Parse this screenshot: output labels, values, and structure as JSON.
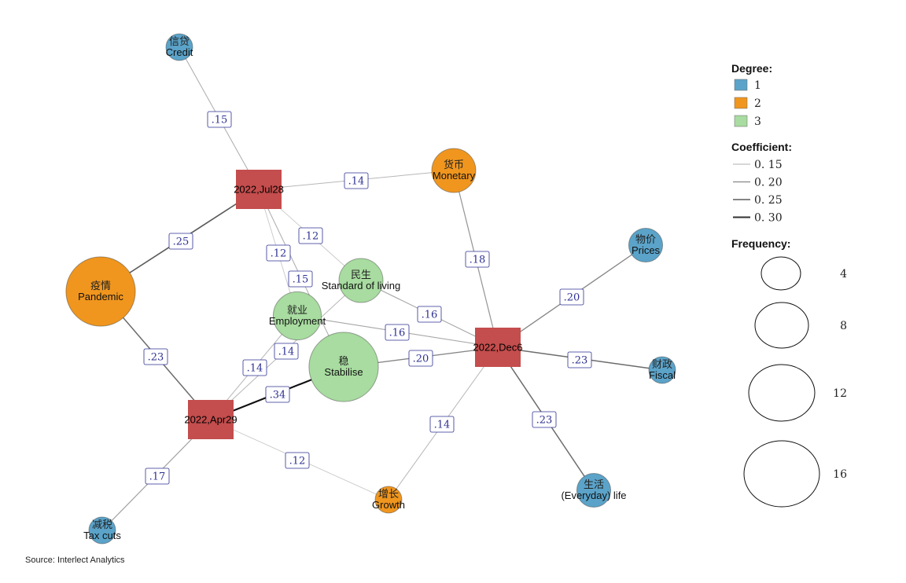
{
  "colors": {
    "degree_1": "#5ba3c9",
    "degree_2": "#f0961e",
    "degree_3": "#a8dca0",
    "date_node": "#c44d4d",
    "edge_label": "#2e3192"
  },
  "source": "Source: Interlect Analytics",
  "date_nodes": [
    {
      "id": "jul28",
      "label": "2022,Jul28"
    },
    {
      "id": "dec6",
      "label": "2022,Dec6"
    },
    {
      "id": "apr29",
      "label": "2022,Apr29"
    }
  ],
  "topic_nodes": [
    {
      "id": "credit",
      "zh": "信贷",
      "en": "Credit",
      "degree": 1,
      "frequency": 1
    },
    {
      "id": "monetary",
      "zh": "货币",
      "en": "Monetary",
      "degree": 2,
      "frequency": 4
    },
    {
      "id": "pandemic",
      "zh": "疫情",
      "en": "Pandemic",
      "degree": 2,
      "frequency": 12
    },
    {
      "id": "standard_of_living",
      "zh": "民生",
      "en": "Standard of living",
      "degree": 3,
      "frequency": 4
    },
    {
      "id": "employment",
      "zh": "就业",
      "en": "Employment",
      "degree": 3,
      "frequency": 5
    },
    {
      "id": "stabilise",
      "zh": "稳",
      "en": "Stabilise",
      "degree": 3,
      "frequency": 12
    },
    {
      "id": "prices",
      "zh": "物价",
      "en": "Prices",
      "degree": 1,
      "frequency": 2
    },
    {
      "id": "fiscal",
      "zh": "财政",
      "en": "Fiscal",
      "degree": 1,
      "frequency": 1
    },
    {
      "id": "everyday_life",
      "zh": "生活",
      "en": "(Everyday) life",
      "degree": 1,
      "frequency": 2
    },
    {
      "id": "growth",
      "zh": "增长",
      "en": "Growth",
      "degree": 2,
      "frequency": 1
    },
    {
      "id": "tax_cuts",
      "zh": "减税",
      "en": "Tax cuts",
      "degree": 1,
      "frequency": 1
    }
  ],
  "edges": [
    {
      "from": "jul28",
      "to": "credit",
      "label": ".15",
      "coef": 0.15
    },
    {
      "from": "jul28",
      "to": "monetary",
      "label": ".14",
      "coef": 0.14
    },
    {
      "from": "jul28",
      "to": "pandemic",
      "label": ".25",
      "coef": 0.25
    },
    {
      "from": "jul28",
      "to": "standard_of_living",
      "label": ".12",
      "coef": 0.12
    },
    {
      "from": "jul28",
      "to": "employment",
      "label": ".12",
      "coef": 0.12
    },
    {
      "from": "jul28",
      "to": "stabilise",
      "label": ".15",
      "coef": 0.15
    },
    {
      "from": "dec6",
      "to": "monetary",
      "label": ".18",
      "coef": 0.18
    },
    {
      "from": "dec6",
      "to": "standard_of_living",
      "label": ".16",
      "coef": 0.16
    },
    {
      "from": "dec6",
      "to": "employment",
      "label": ".16",
      "coef": 0.16
    },
    {
      "from": "dec6",
      "to": "stabilise",
      "label": ".20",
      "coef": 0.2
    },
    {
      "from": "dec6",
      "to": "prices",
      "label": ".20",
      "coef": 0.2
    },
    {
      "from": "dec6",
      "to": "fiscal",
      "label": ".23",
      "coef": 0.23
    },
    {
      "from": "dec6",
      "to": "everyday_life",
      "label": ".23",
      "coef": 0.23
    },
    {
      "from": "dec6",
      "to": "growth",
      "label": ".14",
      "coef": 0.14
    },
    {
      "from": "apr29",
      "to": "pandemic",
      "label": ".23",
      "coef": 0.23
    },
    {
      "from": "apr29",
      "to": "stabilise",
      "label": ".34",
      "coef": 0.34
    },
    {
      "from": "apr29",
      "to": "employment",
      "label": ".14",
      "coef": 0.14
    },
    {
      "from": "apr29",
      "to": "standard_of_living",
      "label": ".14",
      "coef": 0.14
    },
    {
      "from": "apr29",
      "to": "growth",
      "label": ".12",
      "coef": 0.12
    },
    {
      "from": "apr29",
      "to": "tax_cuts",
      "label": ".17",
      "coef": 0.17
    }
  ],
  "legend": {
    "degree_title": "Degree:",
    "degree_items": [
      {
        "label": "1",
        "color": "#5ba3c9"
      },
      {
        "label": "2",
        "color": "#f0961e"
      },
      {
        "label": "3",
        "color": "#a8dca0"
      }
    ],
    "coefficient_title": "Coefficient:",
    "coefficient_items": [
      {
        "label": "0. 15",
        "coef": 0.15
      },
      {
        "label": "0. 20",
        "coef": 0.2
      },
      {
        "label": "0. 25",
        "coef": 0.25
      },
      {
        "label": "0. 30",
        "coef": 0.3
      }
    ],
    "frequency_title": "Frequency:",
    "frequency_items": [
      {
        "label": "4",
        "value": 4
      },
      {
        "label": "8",
        "value": 8
      },
      {
        "label": "12",
        "value": 12
      },
      {
        "label": "16",
        "value": 16
      }
    ]
  }
}
